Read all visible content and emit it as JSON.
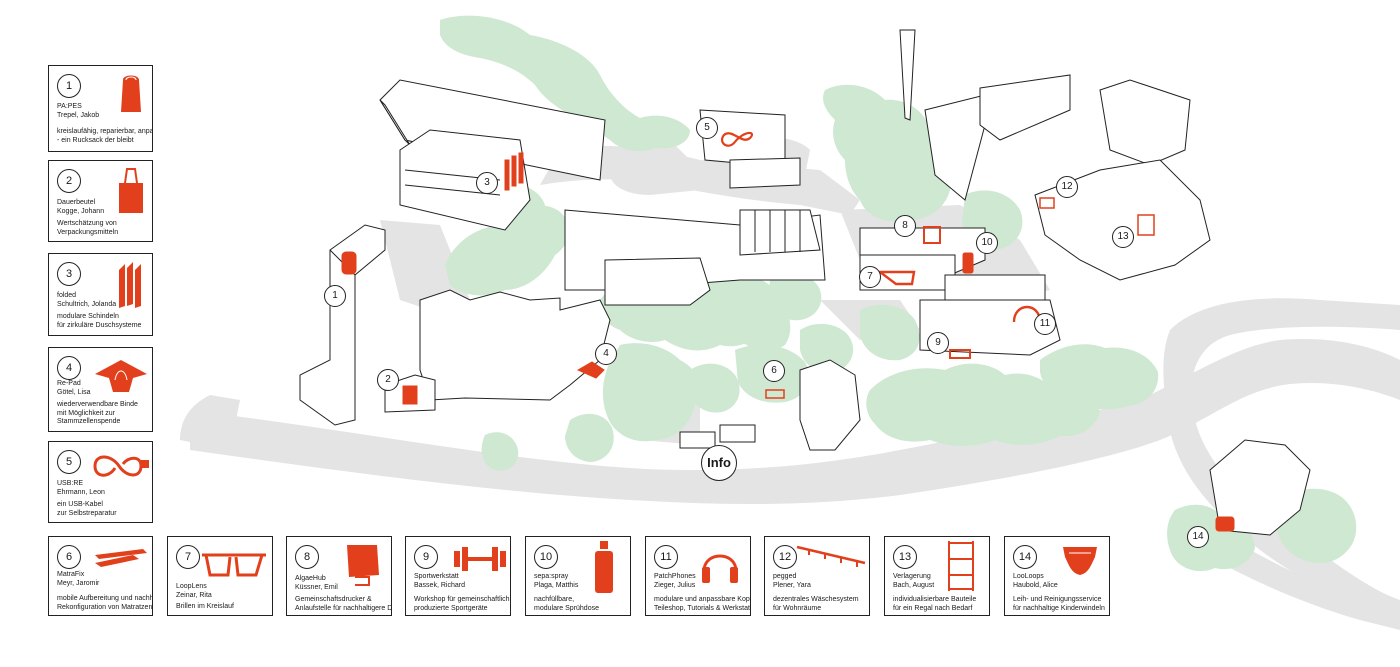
{
  "map": {
    "info_label": "Info"
  },
  "legend": [
    {
      "n": "1",
      "icon": "backpack-icon",
      "name": "PA:PES",
      "person": "Trepel, Jakob",
      "desc": [
        "kreislaufähig, reparierbar, anpassbar",
        "- ein Rucksack der bleibt"
      ]
    },
    {
      "n": "2",
      "icon": "tote-bag-icon",
      "name": "Dauerbeutel",
      "person": "Kogge, Johann",
      "desc": [
        "Wertschätzung von",
        "Verpackungsmitteln"
      ]
    },
    {
      "n": "3",
      "icon": "shingles-icon",
      "name": "folded",
      "person": "Schultrich, Jolanda",
      "desc": [
        "modulare Schindeln",
        "für zirkuläre Duschsysteme"
      ]
    },
    {
      "n": "4",
      "icon": "pad-icon",
      "name": "Re-Pad",
      "person": "Götel, Lisa",
      "desc": [
        "wiederverwendbare Binde",
        "mit Möglichkeit zur",
        "Stammzellenspende"
      ]
    },
    {
      "n": "5",
      "icon": "usb-cable-icon",
      "name": "USB:RE",
      "person": "Ehrmann, Leon",
      "desc": [
        "ein USB-Kabel",
        "zur Selbstreparatur"
      ]
    },
    {
      "n": "6",
      "icon": "mattress-icon",
      "name": "MatraFix",
      "person": "Meyr, Jaromir",
      "desc": [
        "mobile Aufbereitung und nachhaltige",
        "Rekonfiguration von Matratzen"
      ]
    },
    {
      "n": "7",
      "icon": "glasses-icon",
      "name": "LoopLens",
      "person": "Zeinar, Rita",
      "desc": [
        "Brillen im Kreislauf"
      ]
    },
    {
      "n": "8",
      "icon": "printer-icon",
      "name": "AlgaeHub",
      "person": "Küssner, Emil",
      "desc": [
        "Gemeinschaftsdrucker &",
        "Anlaufstelle für nachhaltigere Drucke"
      ]
    },
    {
      "n": "9",
      "icon": "dumbbell-icon",
      "name": "Sportwerkstatt",
      "person": "Bassek, Richard",
      "desc": [
        "Workshop für gemeinschaftlich",
        "produzierte Sportgeräte"
      ]
    },
    {
      "n": "10",
      "icon": "spray-bottle-icon",
      "name": "sepa:spray",
      "person": "Plaga, Matthis",
      "desc": [
        "nachfüllbare,",
        "modulare Sprühdose"
      ]
    },
    {
      "n": "11",
      "icon": "headphones-icon",
      "name": "PatchPhones",
      "person": "Zieger, Julius",
      "desc": [
        "modulare und anpassbare Kopfhörer,",
        "Teileshop, Tutorials & Werkstatt"
      ]
    },
    {
      "n": "12",
      "icon": "drying-rack-icon",
      "name": "pegged",
      "person": "Plener, Yara",
      "desc": [
        "dezentrales Wäschesystem",
        "für Wohnräume"
      ]
    },
    {
      "n": "13",
      "icon": "shelf-icon",
      "name": "Verlagerung",
      "person": "Bach, August",
      "desc": [
        "individualisierbare Bauteile",
        "für ein Regal nach Bedarf"
      ]
    },
    {
      "n": "14",
      "icon": "diaper-icon",
      "name": "LooLoops",
      "person": "Haubold, Alice",
      "desc": [
        "Leih- und Reinigungsservice",
        "für nachhaltige Kinderwindeln"
      ]
    }
  ],
  "markers": [
    "1",
    "2",
    "3",
    "4",
    "5",
    "6",
    "7",
    "8",
    "9",
    "10",
    "11",
    "12",
    "13",
    "14"
  ],
  "colors": {
    "accent": "#e2401c",
    "trees": "#cfe8d2",
    "roads": "#e4e4e4",
    "outline": "#222222"
  }
}
